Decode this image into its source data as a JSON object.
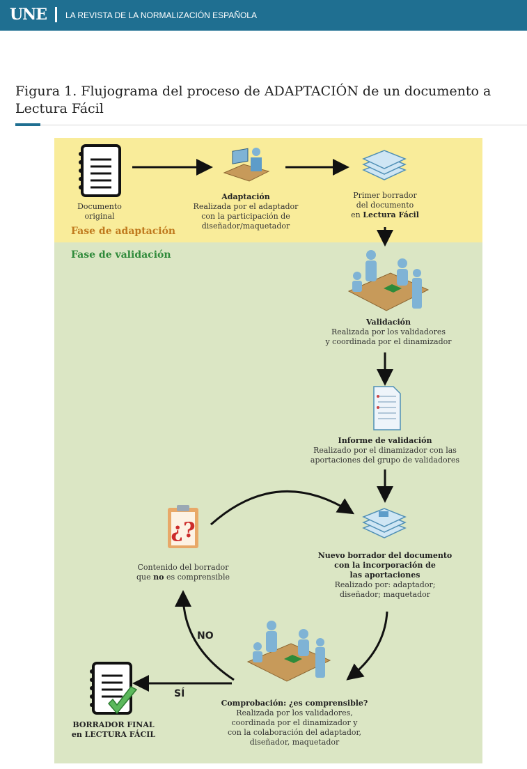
{
  "header": {
    "logo_text": "UNE",
    "tagline": "LA REVISTA DE LA NORMALIZACIÓN ESPAÑOLA",
    "bar_color": "#1f6f91"
  },
  "figure": {
    "title": "Figura 1. Flujograma del proceso de ADAPTACIÓN de un documento a Lectura Fácil"
  },
  "diagram": {
    "phase_adaptation_label": "Fase de adaptación",
    "phase_validation_label": "Fase de validación",
    "colors": {
      "adaptation_bg": "#f9ec9a",
      "validation_bg": "#dbe6c4",
      "adaptation_label": "#c07a1e",
      "validation_label": "#2f8a3a"
    },
    "nodes": {
      "original_doc": {
        "icon": "notebook-icon",
        "line1": "Documento",
        "line2": "original"
      },
      "adaptation": {
        "icon": "adapter-at-computer-icon",
        "title": "Adaptación",
        "line1": "Realizada por el adaptador",
        "line2": "con la participación de",
        "line3": "diseñador/maquetador"
      },
      "first_draft": {
        "icon": "document-stack-icon",
        "line1": "Primer borrador",
        "line2": "del documento",
        "line3_prefix": "en ",
        "line3_bold": "Lectura Fácil"
      },
      "validation": {
        "icon": "validation-meeting-icon",
        "title": "Validación",
        "line1": "Realizada por los validadores",
        "line2": "y coordinada por el dinamizador"
      },
      "report": {
        "icon": "report-document-icon",
        "title": "Informe de validación",
        "line1": "Realizado por el dinamizador con las",
        "line2": "aportaciones del grupo de validadores"
      },
      "new_draft": {
        "icon": "document-stack-icon",
        "title1": "Nuevo borrador del documento",
        "title2": "con la incorporación de",
        "title3": "las aportaciones",
        "line1": "Realizado por: adaptador;",
        "line2": "diseñador; maquetador"
      },
      "unclear": {
        "icon": "question-clipboard-icon",
        "line1": "Contenido del borrador",
        "line2_prefix": "que ",
        "line2_bold": "no",
        "line2_suffix": " es comprensible"
      },
      "check": {
        "icon": "check-meeting-icon",
        "title": "Comprobación: ¿es comprensible?",
        "line1": "Realizada por los validadores,",
        "line2": "coordinada por el dinamizador y",
        "line3": "con la colaboración del adaptador,",
        "line4": "diseñador, maquetador"
      },
      "final": {
        "icon": "notebook-check-icon",
        "line1": "BORRADOR FINAL",
        "line2": "en LECTURA FÁCIL"
      }
    },
    "edge_labels": {
      "no": "NO",
      "yes": "SÍ"
    }
  }
}
